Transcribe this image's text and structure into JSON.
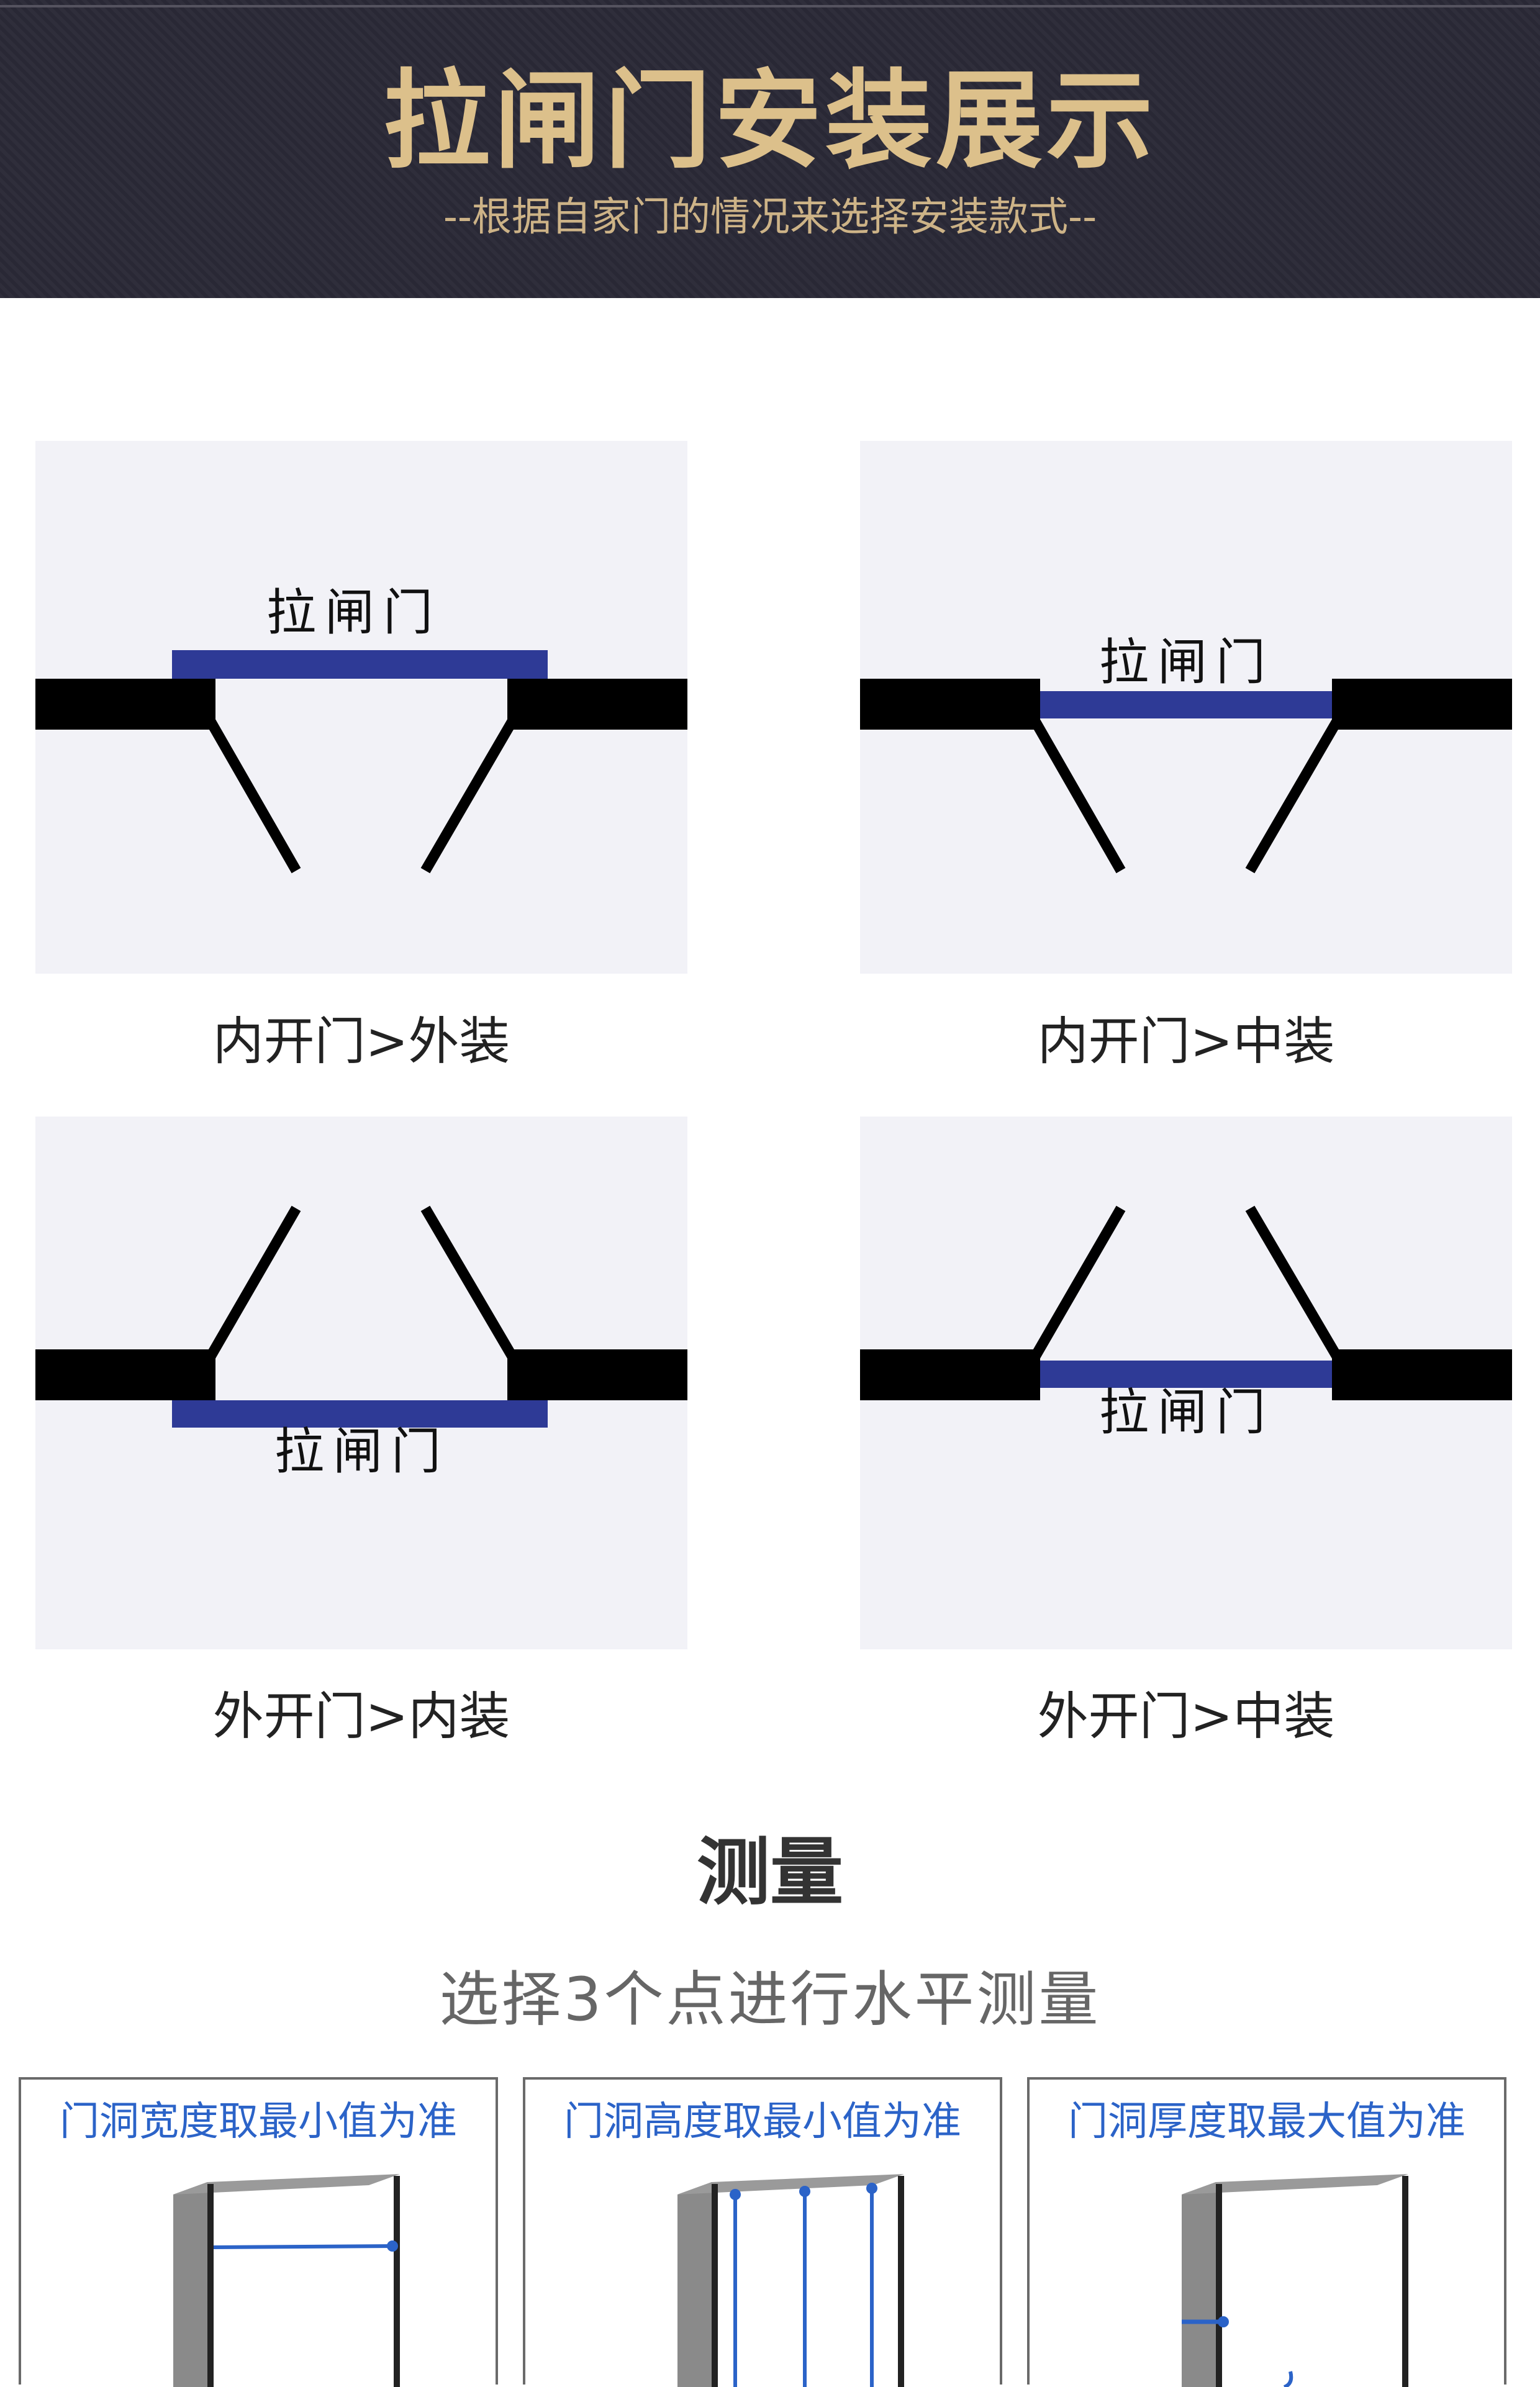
{
  "header": {
    "title": "拉闸门安装展示",
    "subtitle": "--根据自家门的情况来选择安装款式--"
  },
  "diagrams": [
    {
      "gate_label": "拉闸门",
      "caption": "内开门>外装"
    },
    {
      "gate_label": "拉闸门",
      "caption": "内开门>中装"
    },
    {
      "gate_label": "拉闸门",
      "caption": "外开门>内装"
    },
    {
      "gate_label": "拉闸门",
      "caption": "外开门>中装"
    }
  ],
  "measure": {
    "title": "测量",
    "subtitle": "选择3个点进行水平测量",
    "cards": [
      {
        "label": "门洞宽度取最小值为准"
      },
      {
        "label": "门洞高度取最小值为准"
      },
      {
        "label": "门洞厚度取最大值为准"
      }
    ]
  },
  "colors": {
    "header_bg": "#2a2936",
    "title_gold": "#dcc08b",
    "gate_blue": "#2e3a96",
    "wall_black": "#000000",
    "measure_blue": "#2b63c8"
  }
}
